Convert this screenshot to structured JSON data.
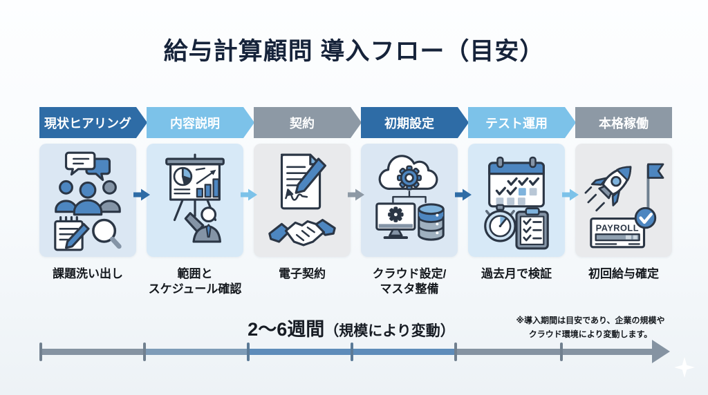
{
  "title": "給与計算顧問 導入フロー（目安）",
  "steps": [
    {
      "label": "現状ヒアリング",
      "caption_line1": "課題洗い出し",
      "caption_line2": "",
      "color": "#2e6ca6",
      "card_bg": "#dbe7f3"
    },
    {
      "label": "内容説明",
      "caption_line1": "範囲と",
      "caption_line2": "スケジュール確認",
      "color": "#7cc2e9",
      "card_bg": "#d7e9f7"
    },
    {
      "label": "契約",
      "caption_line1": "電子契約",
      "caption_line2": "",
      "color": "#8d99a5",
      "card_bg": "#e9eaec"
    },
    {
      "label": "初期設定",
      "caption_line1": "クラウド設定/",
      "caption_line2": "マスタ整備",
      "color": "#2e6ca6",
      "card_bg": "#dbe7f3"
    },
    {
      "label": "テスト運用",
      "caption_line1": "過去月で検証",
      "caption_line2": "",
      "color": "#7cc2e9",
      "card_bg": "#d7e9f7"
    },
    {
      "label": "本格稼働",
      "caption_line1": "初回給与確定",
      "caption_line2": "",
      "color": "#8d99a5",
      "card_bg": "#e9eaec"
    }
  ],
  "timeline": {
    "duration_main": "2〜6週間",
    "duration_sub": "（規模により変動）",
    "gray": "#8593a2",
    "light_blue": "#7e9cb8",
    "blue": "#5e8cba",
    "tick_gray": "#71808f",
    "tick_blue": "#5b7a97"
  },
  "footnote": {
    "line1": "※導入期間は目安であり、企業の規模や",
    "line2": "クラウド環境により変動します。"
  },
  "icons": {
    "payroll_text": "PAYROLL",
    "step_icons": [
      "people-discussion-notepad-magnifier-icon",
      "presentation-chart-presenter-icon",
      "signed-document-pen-handshake-icon",
      "cloud-gear-monitor-database-icon",
      "calendar-stopwatch-checklist-icon",
      "rocket-flag-payroll-check-icon"
    ]
  }
}
